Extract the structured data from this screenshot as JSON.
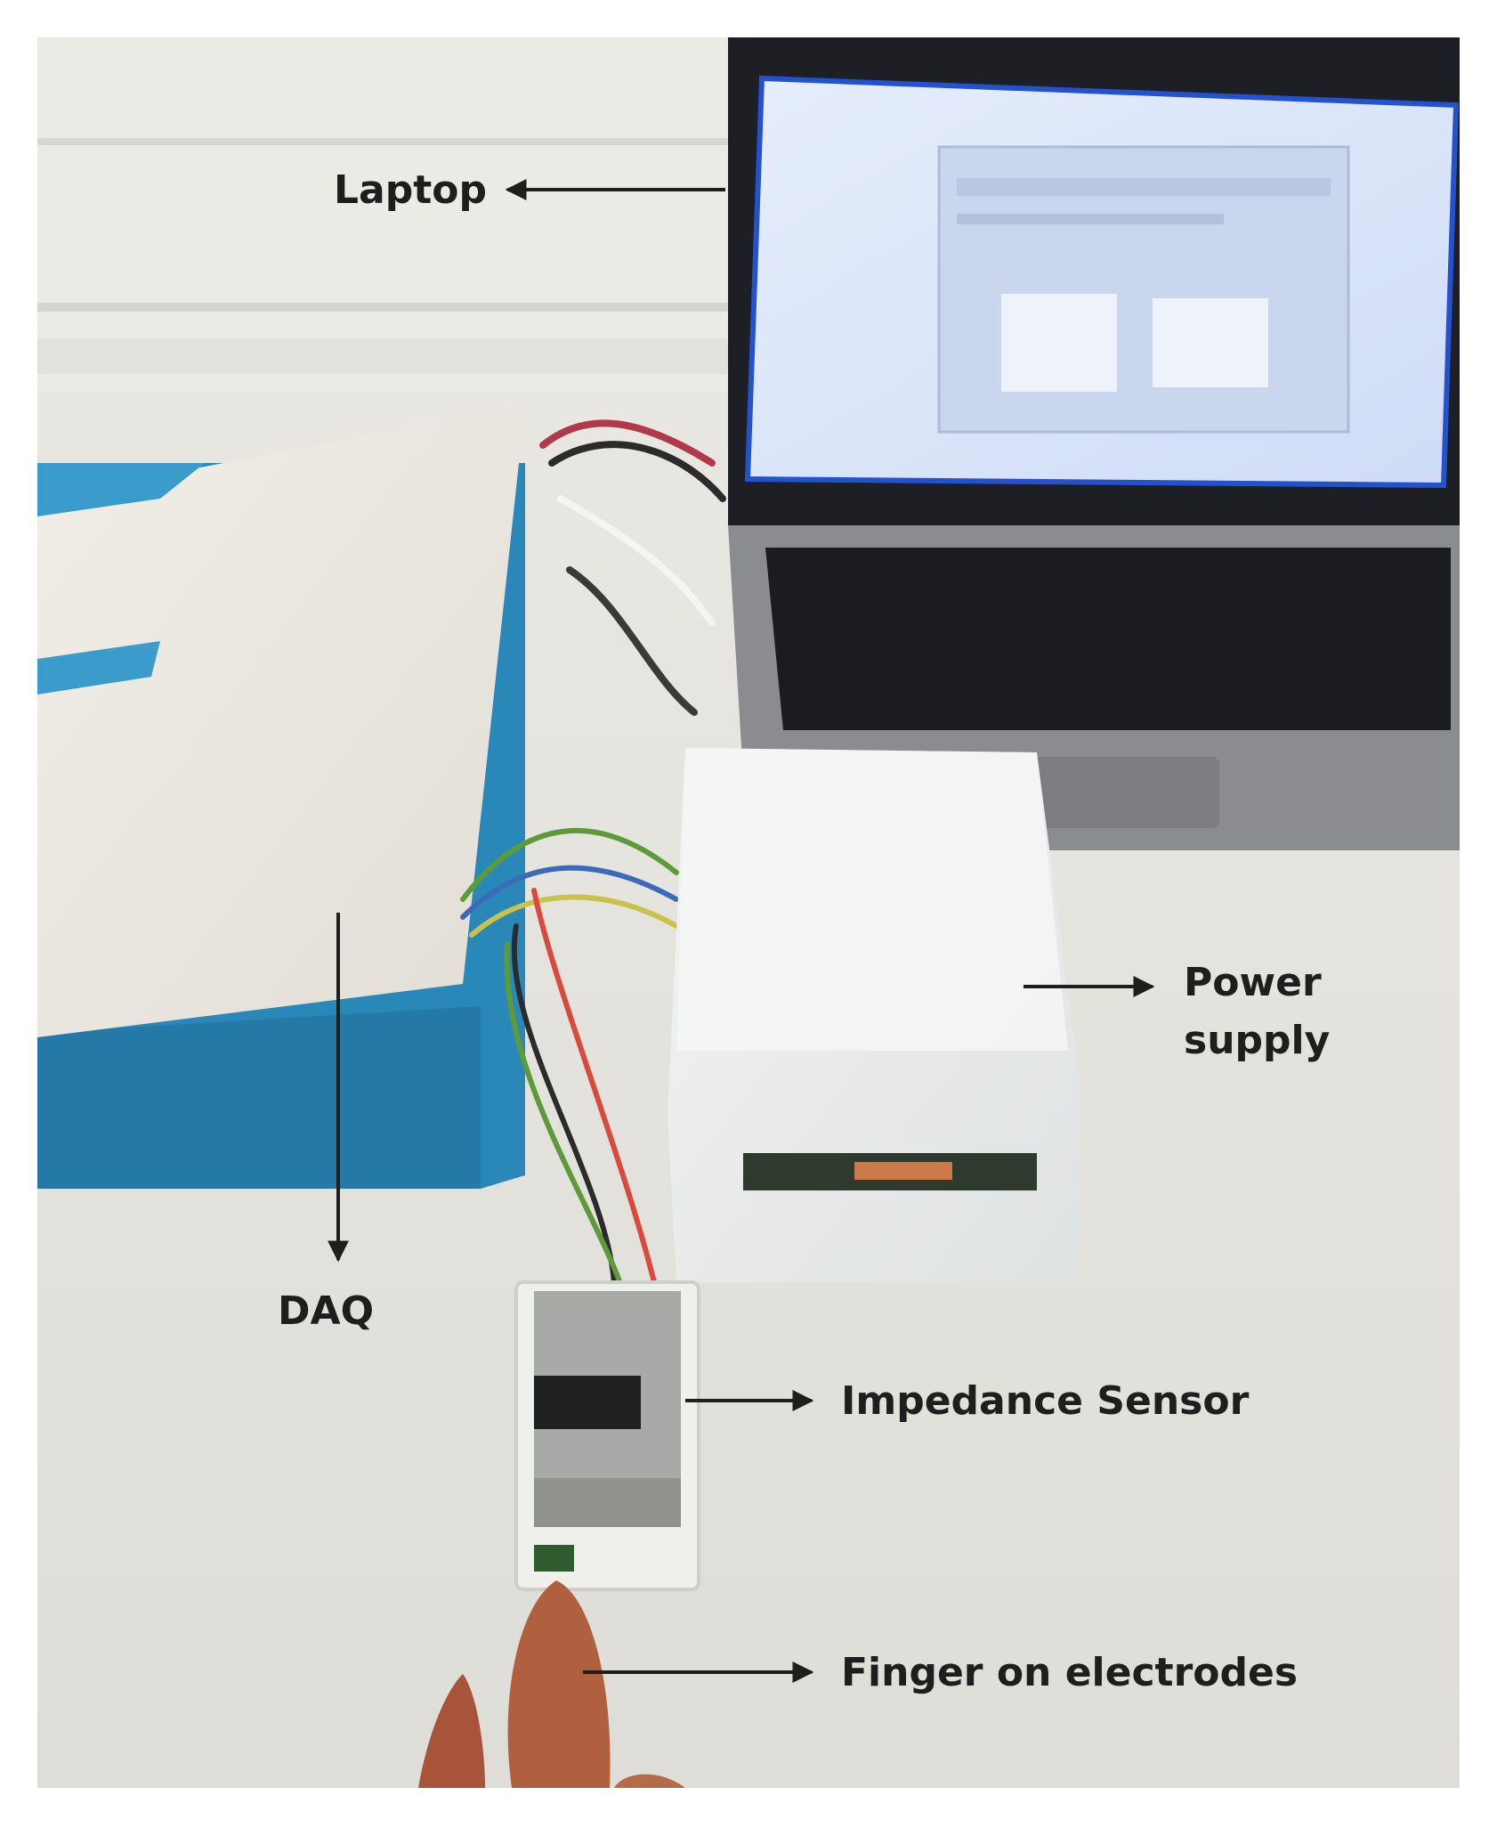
{
  "labels": {
    "laptop": "Laptop",
    "daq": "DAQ",
    "power_supply_line1": "Power",
    "power_supply_line2": "supply",
    "impedance_sensor": "Impedance Sensor",
    "finger": "Finger on electrodes"
  },
  "colors": {
    "desk": "#e7e5df",
    "wall": "#eceae5",
    "daq_box": "#2a88b8",
    "daq_lid": "#ece9e2",
    "laptop_body": "#1d1f25",
    "screen": "#dce8fb",
    "screen_border": "#2452cf",
    "power_box": "#eef0f0",
    "sensor_case": "#efefec",
    "finger": "#b0603e",
    "wire_red": "#d94a3c",
    "wire_green": "#5c9a3a",
    "arrow": "#1e1e1e"
  }
}
